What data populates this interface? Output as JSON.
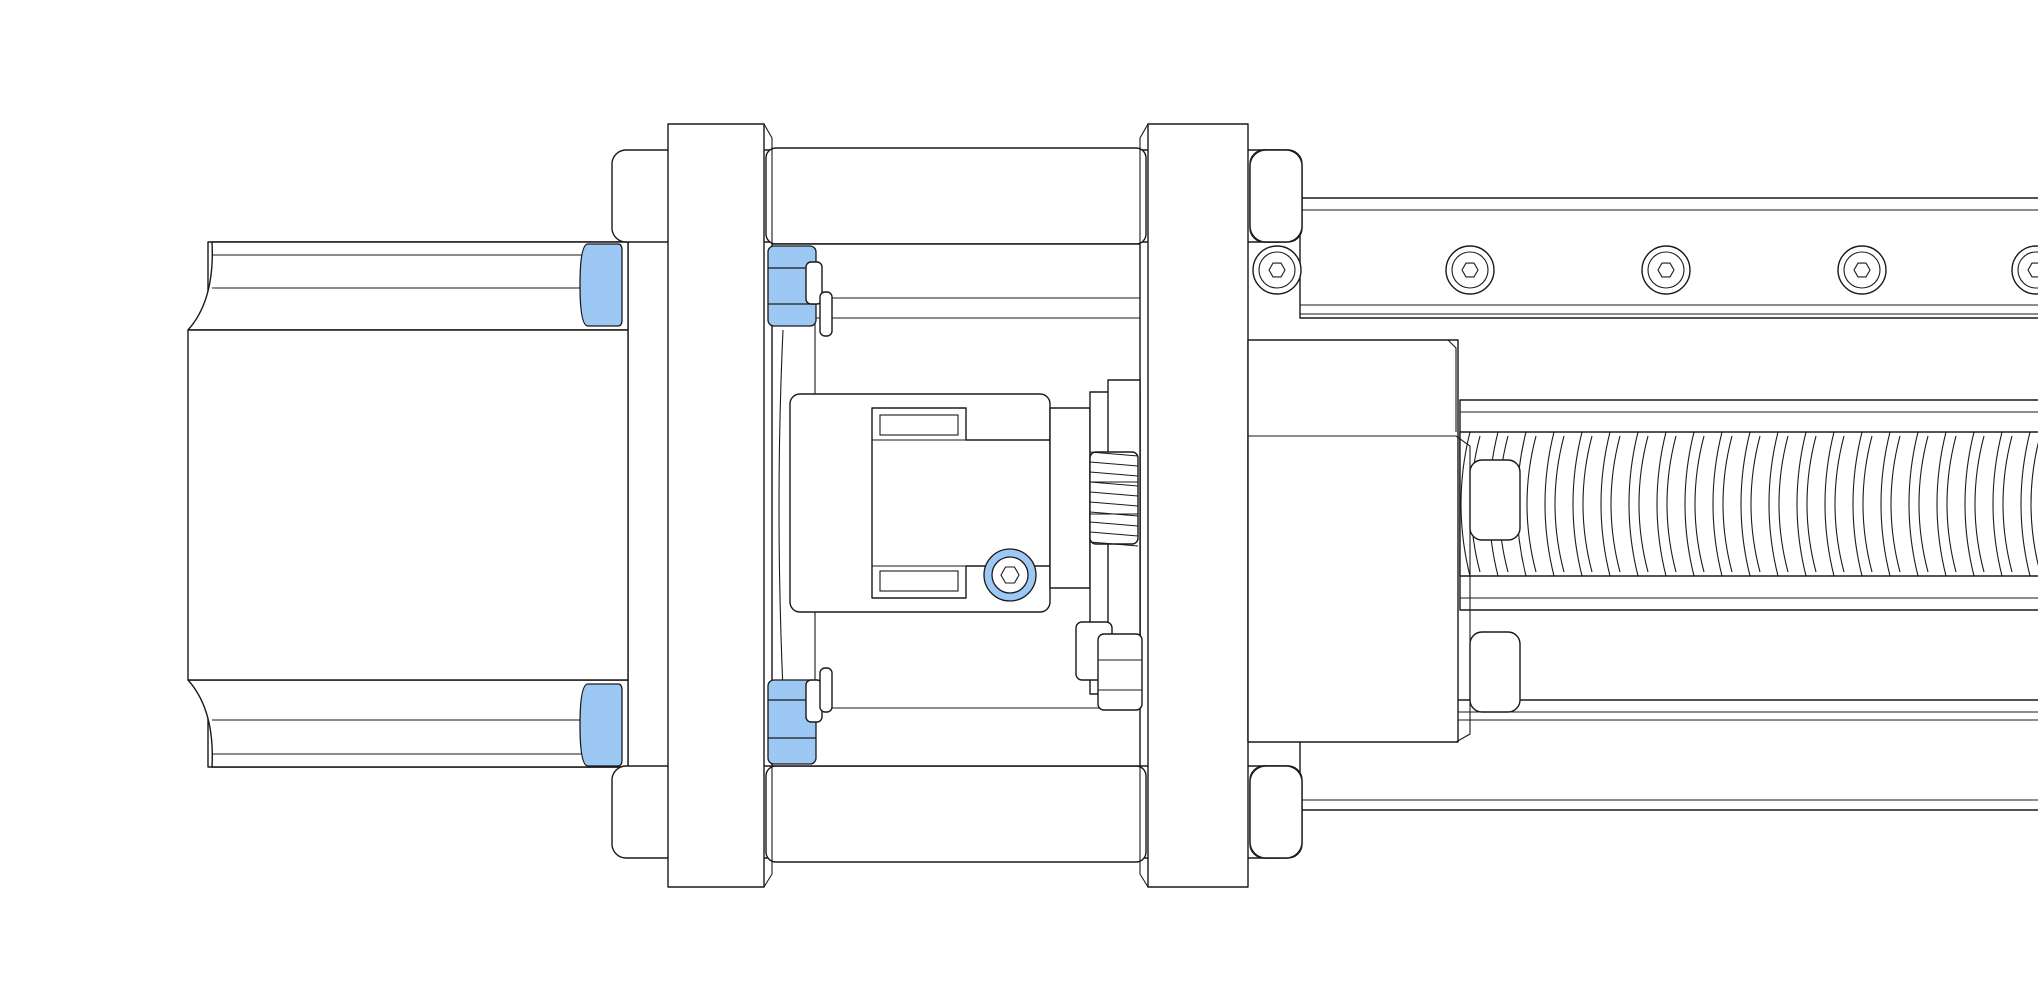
{
  "drawing": {
    "line_color": "#1a1a1a",
    "fill_color": "#ffffff",
    "highlight_color": "#9cc8f3",
    "highlighted_parts": [
      "mount-screw",
      "mount-nut",
      "coupling-set-screw"
    ],
    "rail_screw_icon": "hex-socket-cap-screw-icon",
    "thread_icon": "ball-screw-thread-icon"
  }
}
